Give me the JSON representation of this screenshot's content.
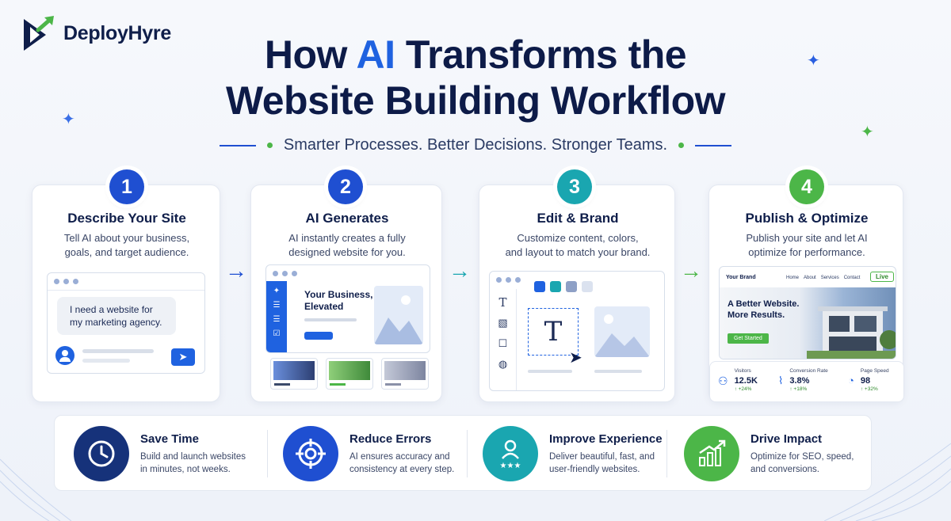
{
  "brand": {
    "name": "DeployHyre"
  },
  "header": {
    "title_pre": "How ",
    "title_accent": "AI",
    "title_post": " Transforms the",
    "title_line2": "Website Building Workflow",
    "subtitle": "Smarter Processes. Better Decisions. Stronger Teams."
  },
  "colors": {
    "navy": "#0f1e4a",
    "blue": "#1f62e0",
    "teal": "#1aa6b0",
    "green": "#4cb648"
  },
  "steps": [
    {
      "number": "1",
      "title": "Describe Your Site",
      "desc_line1": "Tell AI about your business,",
      "desc_line2": "goals, and target audience.",
      "chat_text_line1": "I need a website for",
      "chat_text_line2": "my marketing agency."
    },
    {
      "number": "2",
      "title": "AI Generates",
      "desc_line1": "AI instantly creates a fully",
      "desc_line2": "designed website for you.",
      "hero_line1": "Your Business,",
      "hero_line2": "Elevated"
    },
    {
      "number": "3",
      "title": "Edit & Brand",
      "desc_line1": "Customize content, colors,",
      "desc_line2": "and layout to match your brand.",
      "text_tool": "T",
      "big_t": "T"
    },
    {
      "number": "4",
      "title": "Publish & Optimize",
      "desc_line1": "Publish your site and let AI",
      "desc_line2": "optimize for performance.",
      "site_brand": "Your Brand",
      "nav": [
        "Home",
        "About",
        "Services",
        "Contact"
      ],
      "live_label": "Live",
      "hero_line1": "A Better Website.",
      "hero_line2": "More Results.",
      "cta": "Get Started",
      "stats": [
        {
          "label": "Visitors",
          "value": "12.5K",
          "delta": "↑ +24%"
        },
        {
          "label": "Conversion Rate",
          "value": "3.8%",
          "delta": "↑ +18%"
        },
        {
          "label": "Page Speed",
          "value": "98",
          "delta": "↑ +32%"
        }
      ]
    }
  ],
  "benefits": [
    {
      "title": "Save Time",
      "desc_line1": "Build and launch websites",
      "desc_line2": "in minutes, not weeks."
    },
    {
      "title": "Reduce Errors",
      "desc_line1": "AI ensures accuracy and",
      "desc_line2": "consistency at every step."
    },
    {
      "title": "Improve Experience",
      "desc_line1": "Deliver beautiful, fast, and",
      "desc_line2": "user-friendly websites."
    },
    {
      "title": "Drive Impact",
      "desc_line1": "Optimize for SEO, speed,",
      "desc_line2": "and conversions."
    }
  ]
}
